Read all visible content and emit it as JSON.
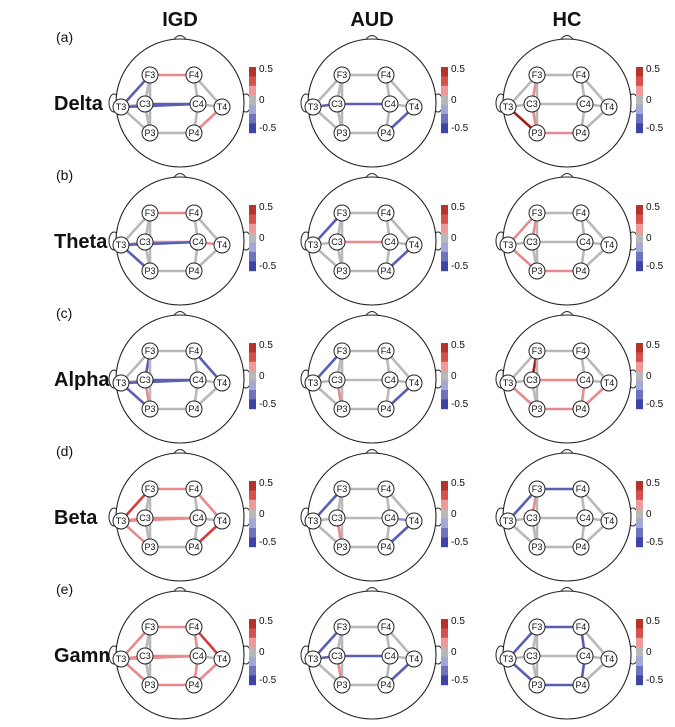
{
  "columns": [
    "IGD",
    "AUD",
    "HC"
  ],
  "bands": [
    {
      "panel": "(a)",
      "name": "Delta"
    },
    {
      "panel": "(b)",
      "name": "Theta"
    },
    {
      "panel": "(c)",
      "name": "Alpha"
    },
    {
      "panel": "(d)",
      "name": "Beta"
    },
    {
      "panel": "(e)",
      "name": "Gamma"
    }
  ],
  "electrodes": [
    "F3",
    "F4",
    "T3",
    "C3",
    "C4",
    "T4",
    "P3",
    "P4"
  ],
  "colorbar": {
    "ticks": [
      "0.5",
      "0",
      "-0.5"
    ],
    "colors": [
      "#b2342a",
      "#d7504b",
      "#ef9a9a",
      "#b8b8b8",
      "#a3a8d6",
      "#6e73be",
      "#3d44a4"
    ]
  },
  "edge_colors": {
    "g": "#b9b9b9",
    "lr": "#e98a8c",
    "r": "#cf3f3f",
    "dr": "#a31f1f",
    "lb": "#8e93cc",
    "b": "#5a5fb6",
    "db": "#363c9e"
  },
  "chart_data": {
    "type": "network",
    "description_units": "edge connectivity value category per electrode pair",
    "value_range": [
      -0.5,
      0.5
    ],
    "panels": [
      {
        "band": "Delta",
        "group": "IGD",
        "edges": {
          "F3-F4": "lr",
          "F3-T3": "b",
          "F3-C3": "g",
          "F3-P3": "g",
          "F4-C4": "g",
          "F4-T4": "g",
          "T3-C3": "g",
          "C3-C4": "b",
          "C4-T4": "g",
          "T3-P3": "g",
          "C3-P3": "g",
          "C4-P4": "g",
          "T4-P4": "lr",
          "P3-P4": "g",
          "T3-C4": "b"
        }
      },
      {
        "band": "Delta",
        "group": "AUD",
        "edges": {
          "F3-F4": "g",
          "F3-T3": "g",
          "F3-C3": "g",
          "F3-P3": "g",
          "F4-C4": "g",
          "F4-T4": "g",
          "T3-C3": "b",
          "C3-C4": "b",
          "C4-T4": "g",
          "T3-P3": "g",
          "C3-P3": "g",
          "C4-P4": "g",
          "T4-P4": "b",
          "P3-P4": "g"
        }
      },
      {
        "band": "Delta",
        "group": "HC",
        "edges": {
          "F3-F4": "g",
          "F3-T3": "g",
          "F3-C3": "lr",
          "F3-P3": "g",
          "F4-C4": "g",
          "F4-T4": "g",
          "T3-C3": "g",
          "C3-C4": "g",
          "C4-T4": "g",
          "T3-P3": "dr",
          "C3-P3": "lr",
          "C4-P4": "g",
          "T4-P4": "g",
          "P3-P4": "lr"
        }
      },
      {
        "band": "Theta",
        "group": "IGD",
        "edges": {
          "F3-F4": "lr",
          "F3-T3": "g",
          "F3-C3": "g",
          "F3-P3": "g",
          "F4-C4": "g",
          "F4-T4": "g",
          "T3-C3": "g",
          "C3-C4": "lr",
          "C4-T4": "lr",
          "T3-P3": "b",
          "C3-P3": "g",
          "C4-P4": "g",
          "T4-P4": "g",
          "P3-P4": "g",
          "T3-C4": "b"
        }
      },
      {
        "band": "Theta",
        "group": "AUD",
        "edges": {
          "F3-F4": "g",
          "F3-T3": "b",
          "F3-C3": "g",
          "F3-P3": "g",
          "F4-C4": "g",
          "F4-T4": "g",
          "T3-C3": "g",
          "C3-C4": "lr",
          "C4-T4": "g",
          "T3-P3": "g",
          "C3-P3": "g",
          "C4-P4": "g",
          "T4-P4": "b",
          "P3-P4": "g"
        }
      },
      {
        "band": "Theta",
        "group": "HC",
        "edges": {
          "F3-F4": "g",
          "F3-T3": "lr",
          "F3-C3": "lr",
          "F3-P3": "g",
          "F4-C4": "g",
          "F4-T4": "g",
          "T3-C3": "g",
          "C3-C4": "g",
          "C4-T4": "g",
          "T3-P3": "lr",
          "C3-P3": "g",
          "C4-P4": "g",
          "T4-P4": "g",
          "P3-P4": "lr"
        }
      },
      {
        "band": "Alpha",
        "group": "IGD",
        "edges": {
          "F3-F4": "g",
          "F3-T3": "g",
          "F3-C3": "b",
          "F3-P3": "g",
          "F4-C4": "g",
          "F4-T4": "b",
          "T3-C3": "g",
          "C3-C4": "b",
          "C4-T4": "g",
          "T3-P3": "b",
          "C3-P3": "lr",
          "C4-P4": "g",
          "T4-P4": "g",
          "P3-P4": "g",
          "T3-C4": "b"
        }
      },
      {
        "band": "Alpha",
        "group": "AUD",
        "edges": {
          "F3-F4": "g",
          "F3-T3": "b",
          "F3-C3": "g",
          "F3-P3": "g",
          "F4-C4": "g",
          "F4-T4": "g",
          "T3-C3": "g",
          "C3-C4": "g",
          "C4-T4": "g",
          "T3-P3": "g",
          "C3-P3": "lr",
          "C4-P4": "g",
          "T4-P4": "b",
          "P3-P4": "g"
        }
      },
      {
        "band": "Alpha",
        "group": "HC",
        "edges": {
          "F3-F4": "g",
          "F3-T3": "g",
          "F3-C3": "dr",
          "F3-P3": "g",
          "F4-C4": "g",
          "F4-T4": "g",
          "T3-C3": "g",
          "C3-C4": "lr",
          "C4-T4": "g",
          "T3-P3": "lr",
          "C3-P3": "g",
          "C4-P4": "lr",
          "T4-P4": "lr",
          "P3-P4": "lr"
        }
      },
      {
        "band": "Beta",
        "group": "IGD",
        "edges": {
          "F3-F4": "lr",
          "F3-T3": "r",
          "F3-C3": "g",
          "F3-P3": "g",
          "F4-C4": "g",
          "F4-T4": "lr",
          "T3-C3": "lr",
          "C3-C4": "lr",
          "C4-T4": "g",
          "T3-P3": "lr",
          "C3-P3": "g",
          "C4-P4": "g",
          "T4-P4": "r",
          "P3-P4": "g",
          "T3-C4": "lr"
        }
      },
      {
        "band": "Beta",
        "group": "AUD",
        "edges": {
          "F3-F4": "g",
          "F3-T3": "b",
          "F3-C3": "g",
          "F3-P3": "g",
          "F4-C4": "g",
          "F4-T4": "g",
          "T3-C3": "g",
          "C3-C4": "g",
          "C4-T4": "lb",
          "T3-P3": "g",
          "C3-P3": "lr",
          "C4-P4": "g",
          "T4-P4": "b",
          "P3-P4": "g"
        }
      },
      {
        "band": "Beta",
        "group": "HC",
        "edges": {
          "F3-F4": "b",
          "F3-T3": "b",
          "F3-C3": "lr",
          "F3-P3": "g",
          "F4-C4": "g",
          "F4-T4": "g",
          "T3-C3": "g",
          "C3-C4": "g",
          "C4-T4": "g",
          "T3-P3": "g",
          "C3-P3": "g",
          "C4-P4": "g",
          "T4-P4": "g",
          "P3-P4": "g"
        }
      },
      {
        "band": "Gamma",
        "group": "IGD",
        "edges": {
          "F3-F4": "lr",
          "F3-T3": "lr",
          "F3-C3": "g",
          "F3-P3": "g",
          "F4-C4": "lr",
          "F4-T4": "r",
          "T3-C3": "lr",
          "C3-C4": "lr",
          "C4-T4": "g",
          "T3-P3": "lr",
          "C3-P3": "g",
          "C4-P4": "lr",
          "T4-P4": "lr",
          "P3-P4": "lr",
          "T3-C4": "lr"
        }
      },
      {
        "band": "Gamma",
        "group": "AUD",
        "edges": {
          "F3-F4": "g",
          "F3-T3": "b",
          "F3-C3": "g",
          "F3-P3": "g",
          "F4-C4": "g",
          "F4-T4": "g",
          "T3-C3": "b",
          "C3-C4": "b",
          "C4-T4": "g",
          "T3-P3": "g",
          "C3-P3": "lr",
          "C4-P4": "g",
          "T4-P4": "b",
          "P3-P4": "g"
        }
      },
      {
        "band": "Gamma",
        "group": "HC",
        "edges": {
          "F3-F4": "b",
          "F3-T3": "b",
          "F3-C3": "g",
          "F3-P3": "g",
          "F4-C4": "b",
          "F4-T4": "g",
          "T3-C3": "g",
          "C3-C4": "g",
          "C4-T4": "g",
          "T3-P3": "b",
          "C3-P3": "g",
          "C4-P4": "b",
          "T4-P4": "g",
          "P3-P4": "b"
        }
      }
    ]
  }
}
